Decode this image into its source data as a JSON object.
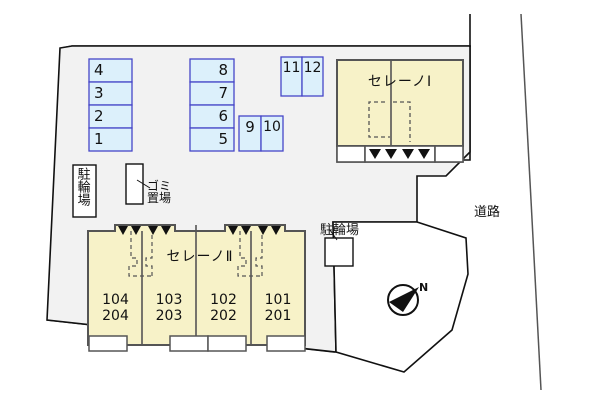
{
  "map": {
    "title": "apartment-site-plan",
    "colors": {
      "site_fill": "#f2f2f2",
      "stall_fill": "#dcf0fb",
      "stall_stroke": "#4646c8",
      "building_fill": "#f7f2c8",
      "building_stroke": "#555555",
      "outline": "#111111",
      "white": "#ffffff"
    }
  },
  "parking": {
    "group_left": {
      "stalls": [
        "4",
        "3",
        "2",
        "1"
      ]
    },
    "group_mid": {
      "stalls": [
        "8",
        "7",
        "6",
        "5"
      ]
    },
    "group_small": {
      "stalls": [
        "9",
        "10"
      ]
    },
    "group_upper": {
      "stalls": [
        "11",
        "12"
      ]
    }
  },
  "buildings": [
    {
      "name": "セレーノⅠ",
      "id": "sereno-1",
      "units": []
    },
    {
      "name": "セレーノⅡ",
      "id": "sereno-2",
      "units": [
        {
          "upper": "204",
          "lower": "104"
        },
        {
          "upper": "203",
          "lower": "103"
        },
        {
          "upper": "202",
          "lower": "102"
        },
        {
          "upper": "201",
          "lower": "101"
        }
      ]
    }
  ],
  "facilities": {
    "bicycle_parking_left": "駐輪場",
    "bicycle_parking_mid": "駐輪場",
    "garbage_area": "ゴミ\n置場"
  },
  "road": {
    "label": "道路"
  },
  "compass": {
    "north_label": "N"
  }
}
